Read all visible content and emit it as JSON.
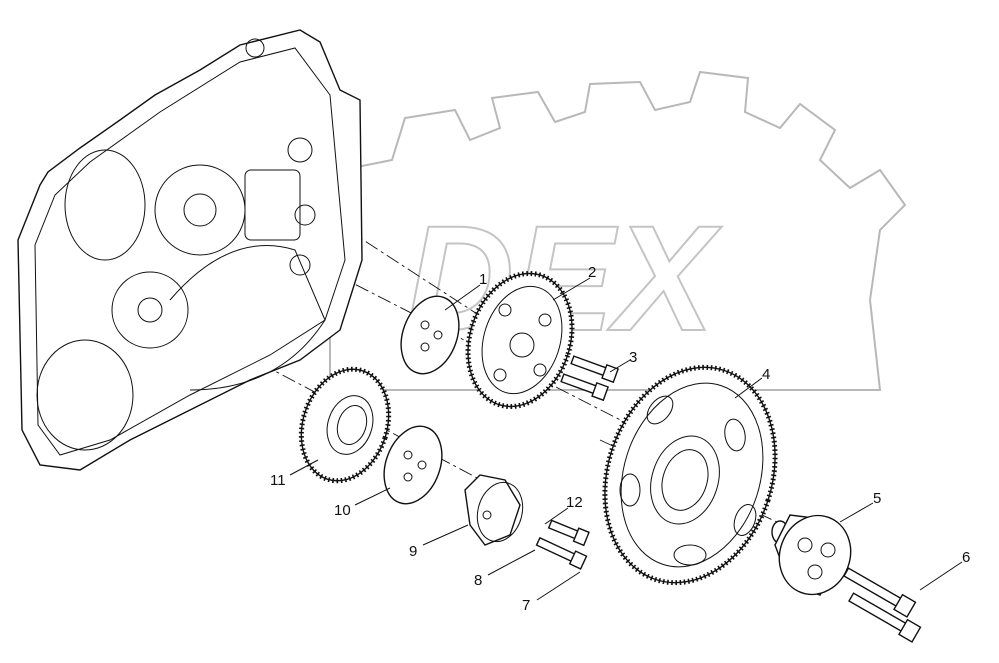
{
  "diagram": {
    "watermark_text": "DEX",
    "callouts": [
      {
        "id": "1",
        "label": "1"
      },
      {
        "id": "2",
        "label": "2"
      },
      {
        "id": "3",
        "label": "3"
      },
      {
        "id": "4",
        "label": "4"
      },
      {
        "id": "5",
        "label": "5"
      },
      {
        "id": "6",
        "label": "6"
      },
      {
        "id": "7",
        "label": "7"
      },
      {
        "id": "8",
        "label": "8"
      },
      {
        "id": "9",
        "label": "9"
      },
      {
        "id": "10",
        "label": "10"
      },
      {
        "id": "11",
        "label": "11"
      },
      {
        "id": "12",
        "label": "12"
      }
    ],
    "colors": {
      "line": "#111111",
      "watermark": "#b8b8b8",
      "background": "#ffffff"
    }
  }
}
